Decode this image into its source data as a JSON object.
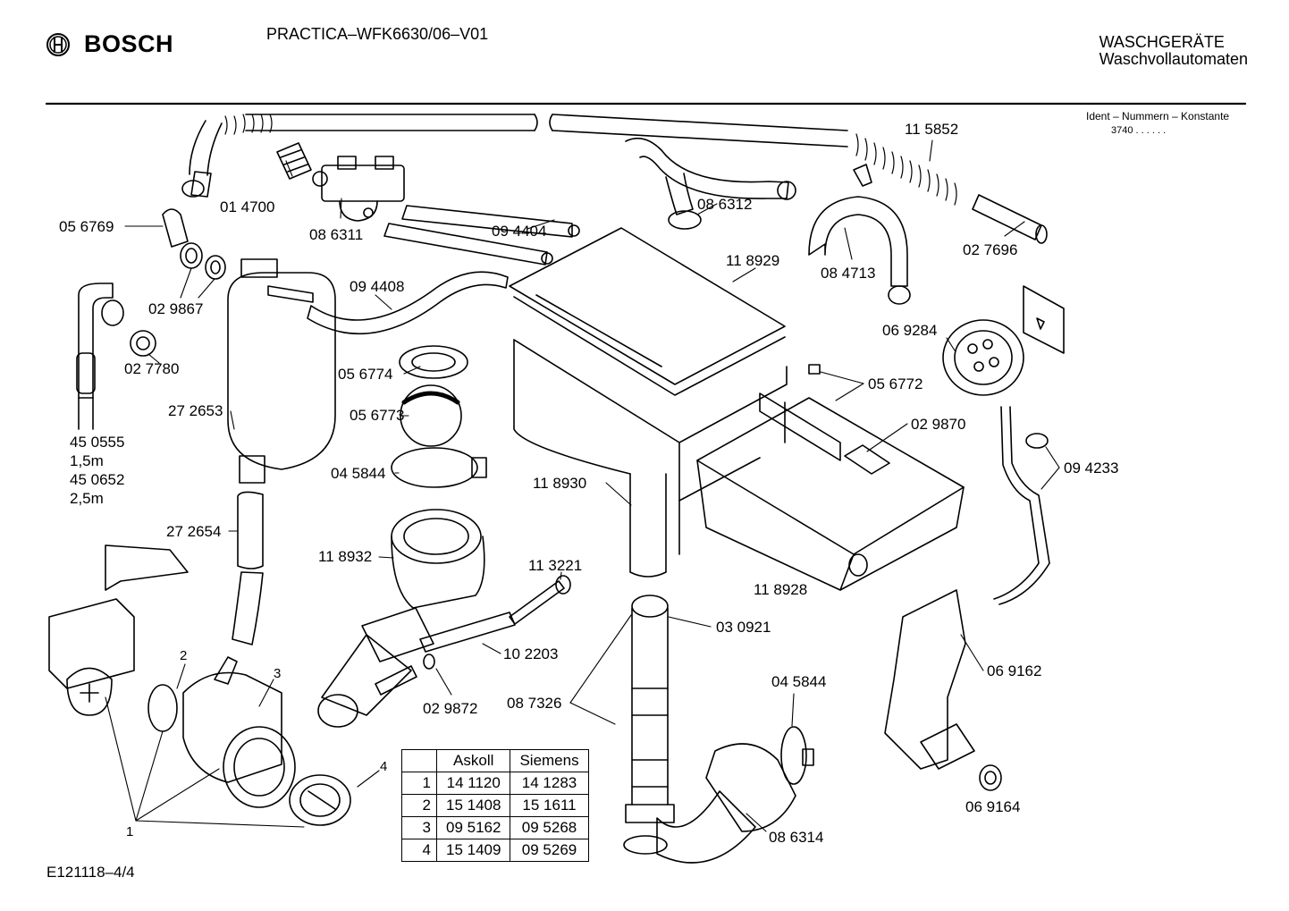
{
  "header": {
    "brand": "BOSCH",
    "model": "PRACTICA–WFK6630/06–V01",
    "category_line1": "WASCHGERÄTE",
    "category_line2": "Waschvollautomaten",
    "ident_title": "Ident – Nummern – Konstante",
    "ident_code": "3740 .  .  .  .  .  ."
  },
  "footer": {
    "reference": "E121118–4/4"
  },
  "labels": {
    "p115852": "11 5852",
    "p014700": "01 4700",
    "p086312": "08 6312",
    "p086311": "08 6311",
    "p094404": "09 4404",
    "p056769": "05 6769",
    "p027696": "02 7696",
    "p118929": "11 8929",
    "p084713": "08 4713",
    "p029867": "02 9867",
    "p094408": "09 4408",
    "p027780": "02 7780",
    "p069284": "06 9284",
    "p056774": "05 6774",
    "p056772": "05 6772",
    "p272653": "27 2653",
    "p056773": "05 6773",
    "p029870": "02 9870",
    "p450555": "45 0555",
    "len1": "1,5m",
    "p450652": "45 0652",
    "len2": "2,5m",
    "p045844a": "04 5844",
    "p094233": "09 4233",
    "p118930": "11 8930",
    "p272654": "27 2654",
    "p118932": "11 8932",
    "p113221": "11 3221",
    "p118928": "11 8928",
    "p030921": "03 0921",
    "p102203": "10 2203",
    "p069162": "06 9162",
    "n2": "2",
    "n3": "3",
    "p045844b": "04 5844",
    "p087326": "08 7326",
    "p029872": "02 9872",
    "n4": "4",
    "p069164": "06 9164",
    "p086314": "08 6314",
    "n1": "1"
  },
  "parts_table": {
    "headers": [
      "Askoll",
      "Siemens"
    ],
    "rows": [
      {
        "index": "1",
        "askoll": "14 1120",
        "siemens": "14 1283"
      },
      {
        "index": "2",
        "askoll": "15 1408",
        "siemens": "15 1611"
      },
      {
        "index": "3",
        "askoll": "09 5162",
        "siemens": "09 5268"
      },
      {
        "index": "4",
        "askoll": "15 1409",
        "siemens": "09 5269"
      }
    ]
  }
}
